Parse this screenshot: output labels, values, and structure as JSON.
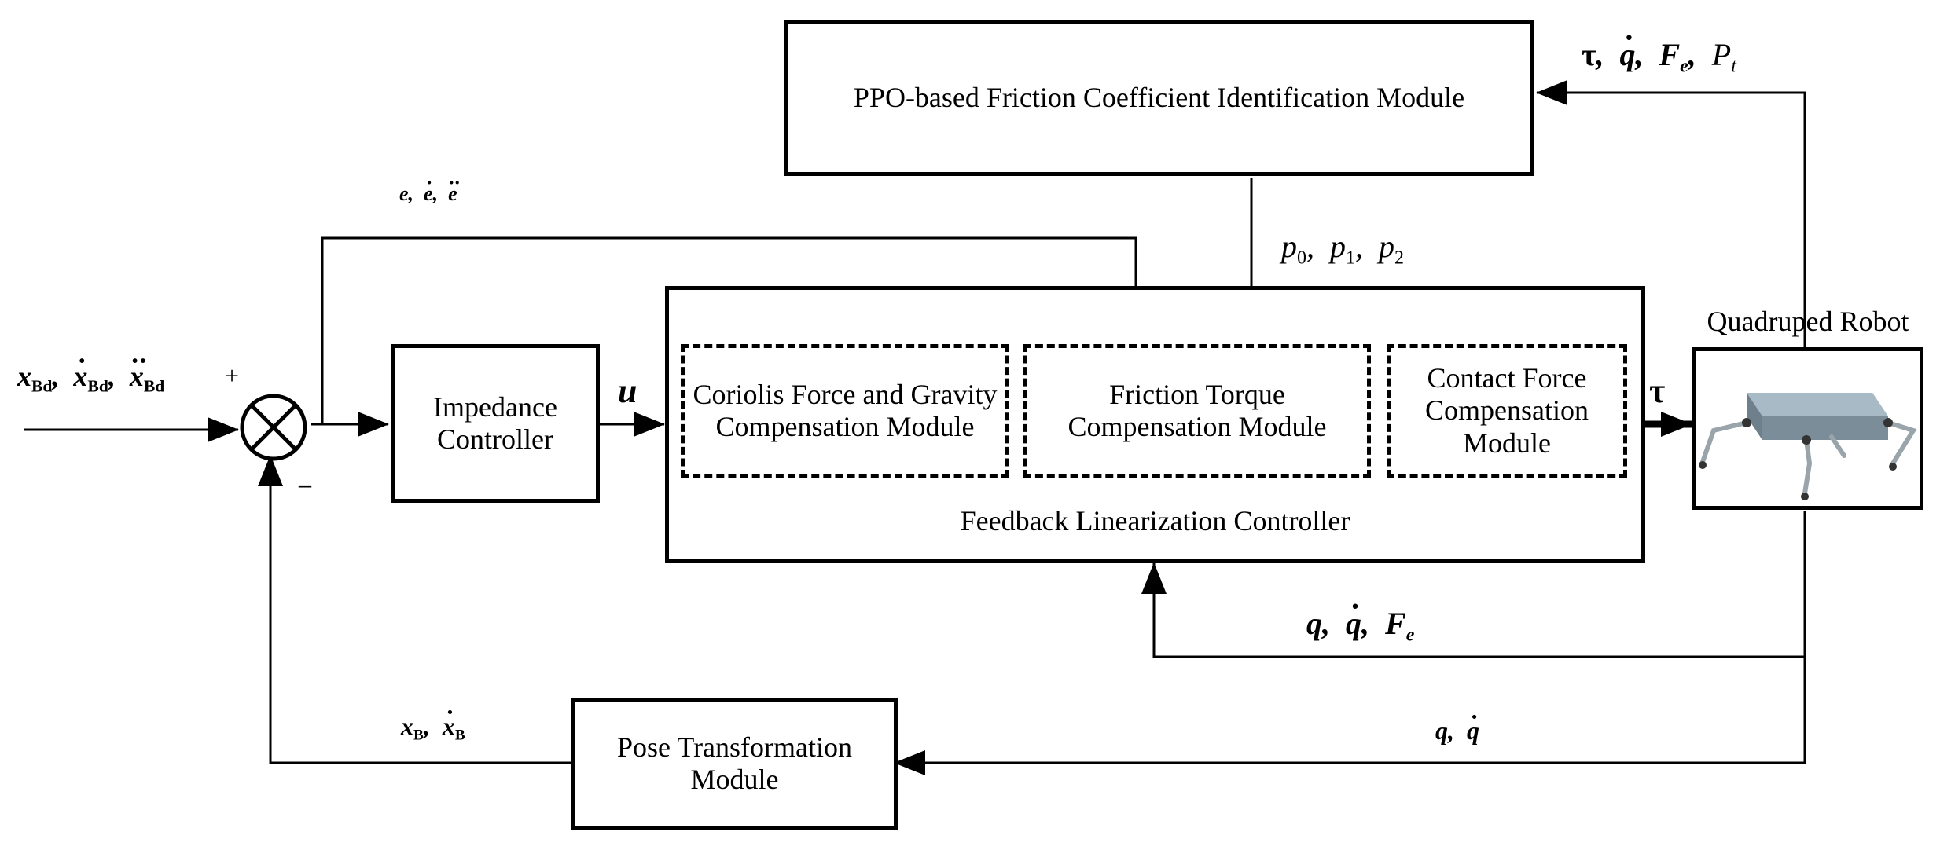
{
  "blocks": {
    "ppo": "PPO-based Friction Coefficient Identification Module",
    "impedance": "Impedance Controller",
    "coriolis": "Coriolis Force and Gravity Compensation Module",
    "friction": "Friction Torque Compensation Module",
    "contact": "Contact Force Compensation Module",
    "feedback": "Feedback Linearization Controller",
    "robot": "Quadruped Robot",
    "pose": "Pose Transformation Module"
  },
  "signals": {
    "plus": "+",
    "minus": "–",
    "u": "u",
    "tau": "τ"
  }
}
